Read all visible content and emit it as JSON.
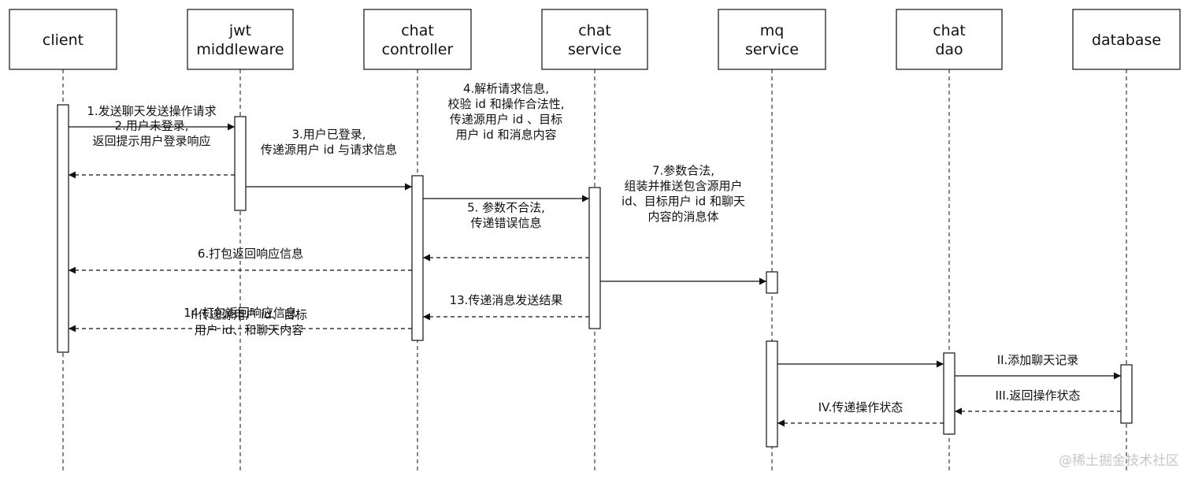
{
  "participants": [
    {
      "id": "client",
      "lines": [
        "client"
      ]
    },
    {
      "id": "jwt",
      "lines": [
        "jwt",
        "middleware"
      ]
    },
    {
      "id": "controller",
      "lines": [
        "chat",
        "controller"
      ]
    },
    {
      "id": "service",
      "lines": [
        "chat",
        "service"
      ]
    },
    {
      "id": "mq",
      "lines": [
        "mq",
        "service"
      ]
    },
    {
      "id": "dao",
      "lines": [
        "chat",
        "dao"
      ]
    },
    {
      "id": "db",
      "lines": [
        "database"
      ]
    }
  ],
  "messages": [
    {
      "from": "client",
      "to": "jwt",
      "style": "solid",
      "lines": [
        "1.发送聊天发送操作请求"
      ]
    },
    {
      "from": "jwt",
      "to": "client",
      "style": "dashed",
      "lines": [
        "2.用户未登录,",
        "返回提示用户登录响应"
      ]
    },
    {
      "from": "jwt",
      "to": "controller",
      "style": "solid",
      "lines": [
        "3.用户已登录,",
        "传递源用户 id 与请求信息"
      ]
    },
    {
      "from": "controller",
      "to": "service",
      "style": "solid",
      "lines": [
        "4.解析请求信息,",
        "校验 id 和操作合法性,",
        "传递源用户 id 、目标",
        "用户 id 和消息内容"
      ]
    },
    {
      "from": "service",
      "to": "controller",
      "style": "dashed",
      "lines": [
        "5. 参数不合法,",
        "传递错误信息"
      ]
    },
    {
      "from": "controller",
      "to": "client",
      "style": "dashed",
      "lines": [
        "6.打包返回响应信息"
      ]
    },
    {
      "from": "service",
      "to": "mq",
      "style": "solid",
      "lines": [
        "7.参数合法,",
        "组装并推送包含源用户",
        "id、目标用户 id 和聊天",
        "内容的消息体"
      ]
    },
    {
      "from": "service",
      "to": "controller",
      "style": "dashed",
      "lines": [
        "13.传递消息发送结果"
      ]
    },
    {
      "from": "controller",
      "to": "client",
      "style": "dashed",
      "lines": [
        "14.打包返回响应信息"
      ]
    },
    {
      "from": "mq",
      "to": "dao",
      "style": "solid",
      "lines": [
        "I.传递源用户 id、目标",
        "用户 id、和聊天内容"
      ]
    },
    {
      "from": "dao",
      "to": "db",
      "style": "solid",
      "lines": [
        "II.添加聊天记录"
      ]
    },
    {
      "from": "db",
      "to": "dao",
      "style": "dashed",
      "lines": [
        "III.返回操作状态"
      ]
    },
    {
      "from": "dao",
      "to": "mq",
      "style": "dashed",
      "lines": [
        "IV.传递操作状态"
      ]
    }
  ],
  "watermark": "@稀土掘金技术社区"
}
